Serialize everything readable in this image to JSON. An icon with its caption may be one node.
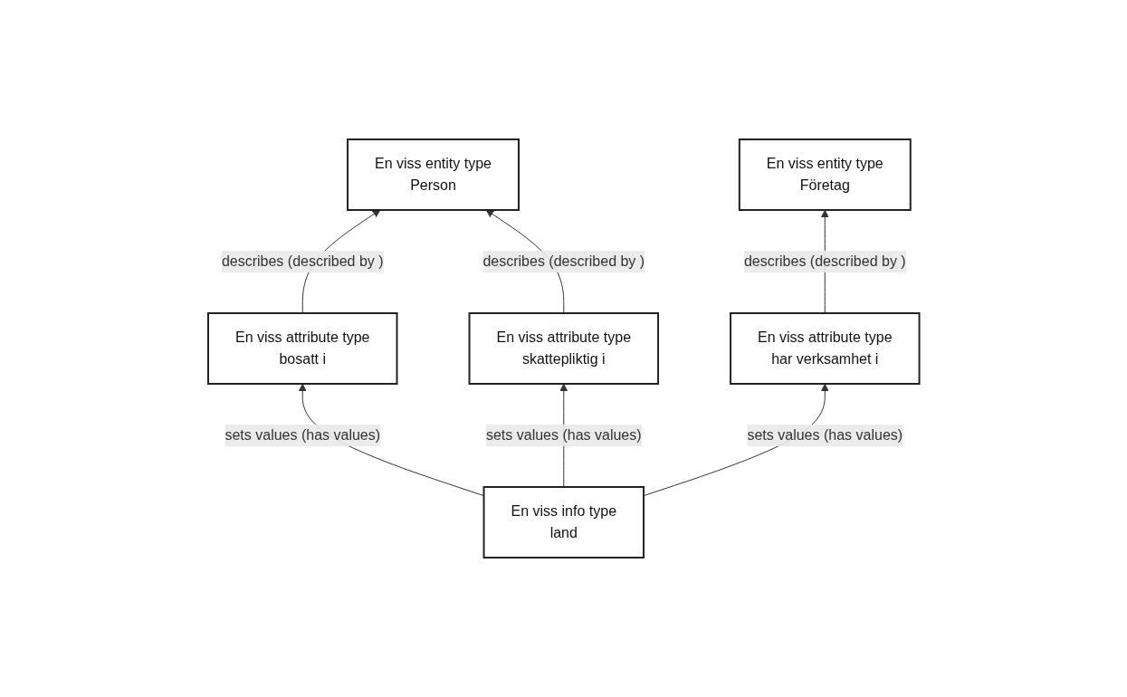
{
  "diagram": {
    "nodes": [
      {
        "text": [
          "En viss entity type",
          "Person"
        ]
      },
      {
        "text": [
          "En viss entity type",
          "Företag"
        ]
      },
      {
        "text": [
          "En viss attribute type",
          "bosatt i"
        ]
      },
      {
        "text": [
          "En viss attribute type",
          "skattepliktig i"
        ]
      },
      {
        "text": [
          "En viss attribute type",
          "har verksamhet i"
        ]
      },
      {
        "text": [
          "En viss info type",
          "land"
        ]
      }
    ],
    "edges": [
      {
        "from": 2,
        "to": 0,
        "arrow": "to",
        "label": "describes (described by )"
      },
      {
        "from": 3,
        "to": 0,
        "arrow": "to",
        "label": "describes (described by )"
      },
      {
        "from": 4,
        "to": 1,
        "arrow": "to",
        "label": "describes (described by )"
      },
      {
        "from": 5,
        "to": 2,
        "arrow": "to",
        "label": "sets values (has values)"
      },
      {
        "from": 5,
        "to": 3,
        "arrow": "to",
        "label": "sets values (has values)"
      },
      {
        "from": 5,
        "to": 4,
        "arrow": "to",
        "label": "sets values (has values)"
      }
    ]
  }
}
